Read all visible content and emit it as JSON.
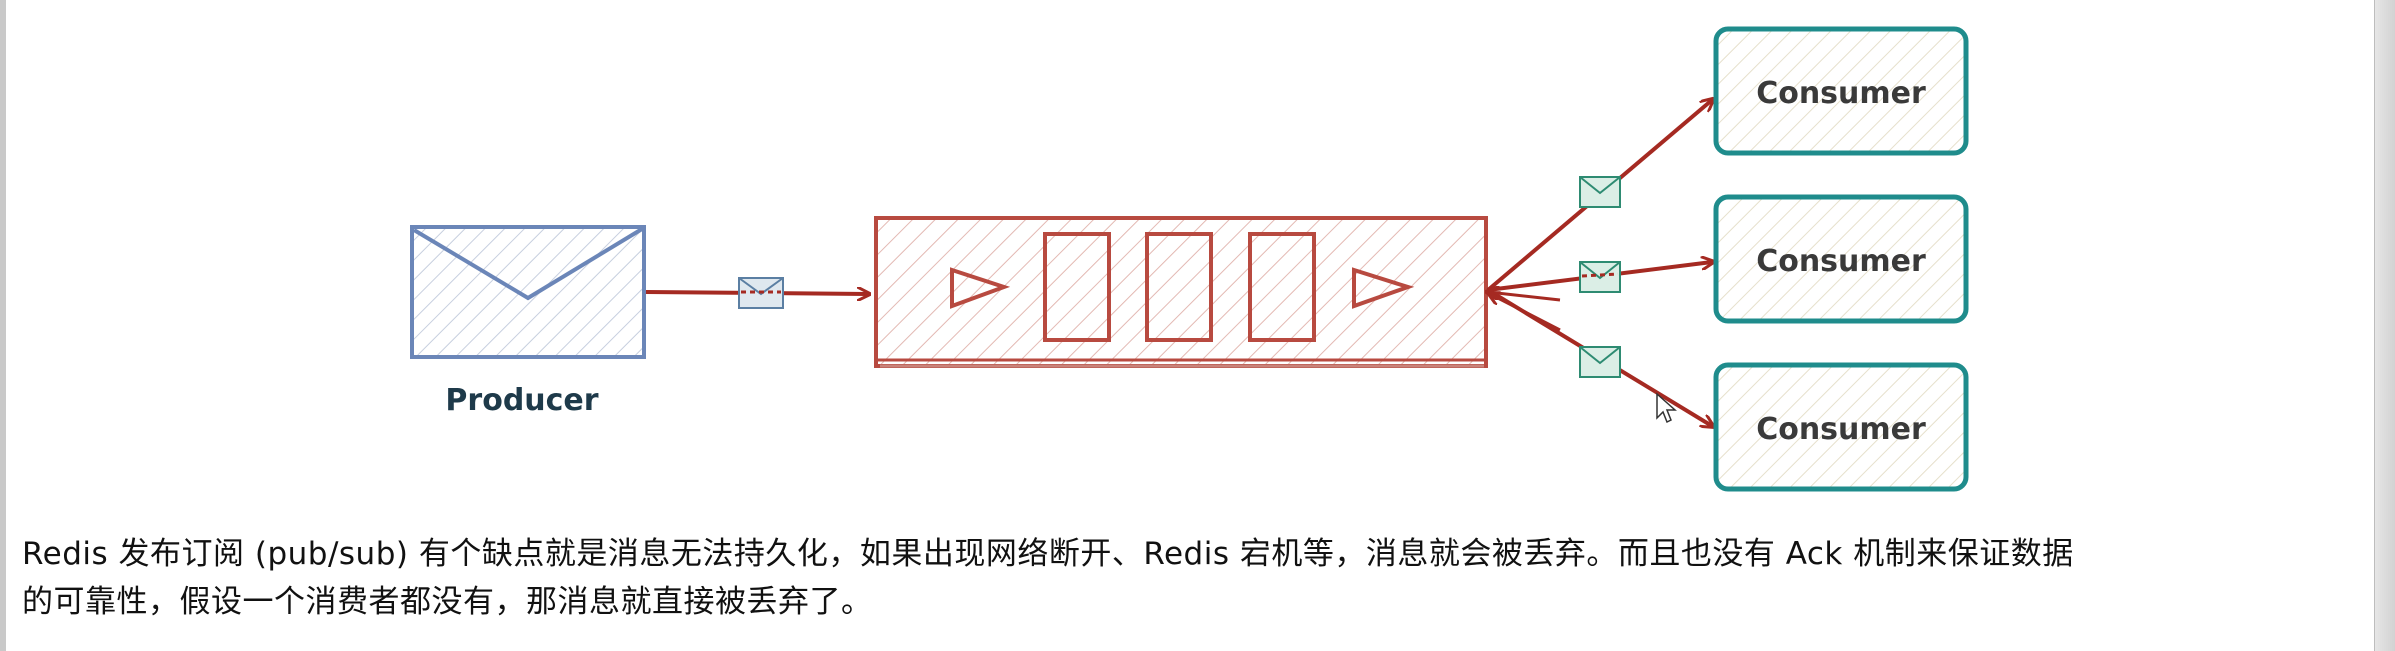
{
  "diagram": {
    "producer_label": "Producer",
    "consumer_labels": [
      "Consumer",
      "Consumer",
      "Consumer"
    ]
  },
  "colors": {
    "producer": "#6b86b8",
    "queue": "#b84a40",
    "arrow": "#a52a22",
    "consumer": "#1f8c8c",
    "envelope_small": "#2e8b72"
  },
  "text": {
    "paragraph_line1": "Redis 发布订阅 (pub/sub) 有个缺点就是消息无法持久化，如果出现网络断开、Redis 宕机等，消息就会被丢弃。而且也没有 Ack 机制来保证数据",
    "paragraph_line2": "的可靠性，假设一个消费者都没有，那消息就直接被丢弃了。"
  }
}
